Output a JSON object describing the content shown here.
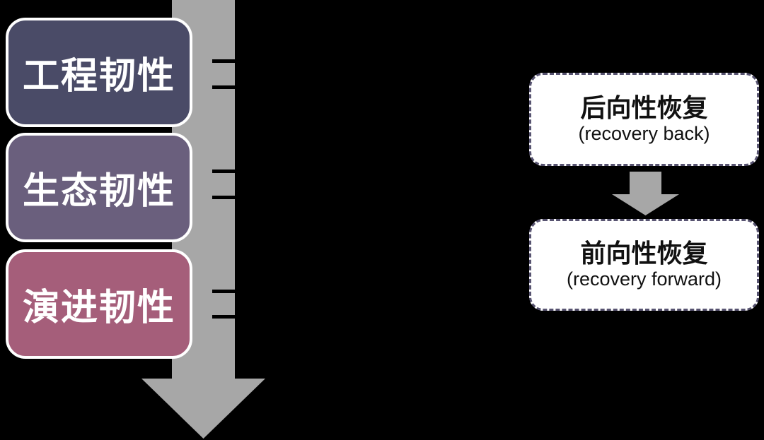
{
  "left_column": {
    "boxes": [
      {
        "label": "工程韧性",
        "color": "#4a4b67"
      },
      {
        "label": "生态韧性",
        "color": "#6a5f7d"
      },
      {
        "label": "演进韧性",
        "color": "#a55e7a"
      }
    ]
  },
  "right_column": {
    "boxes": [
      {
        "title": "后向性恢复",
        "subtitle": "(recovery back)"
      },
      {
        "title": "前向性恢复",
        "subtitle": "(recovery forward)"
      }
    ]
  },
  "icons": {
    "main_axis": "down-arrow-icon",
    "connector": "down-arrow-icon"
  },
  "colors": {
    "background": "#000000",
    "arrow_gray": "#a7a7a7",
    "tick_black": "#000000",
    "left_box_border": "#ffffff",
    "left_box_text": "#ffffff",
    "right_box_fill": "#ffffff",
    "right_box_border": "#575370",
    "right_box_text": "#111111"
  }
}
